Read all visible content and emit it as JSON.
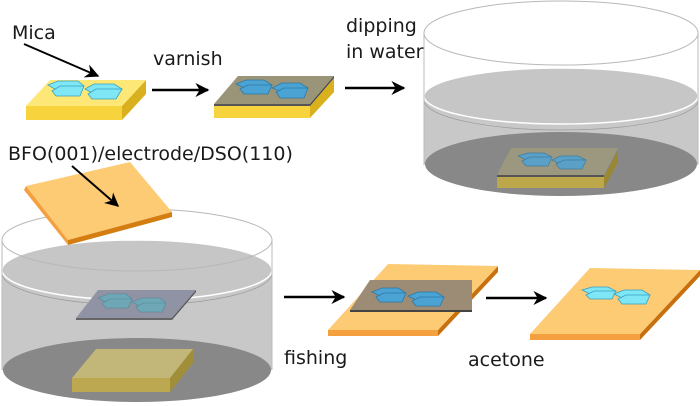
{
  "title": "Mica varnish transfer process",
  "labels": {
    "mica": "Mica",
    "varnish": "varnish",
    "dipping_line1": "dipping",
    "dipping_line2": "in water",
    "substrate": "BFO(001)/electrode/DSO(110)",
    "fishing": "fishing",
    "acetone": "acetone"
  },
  "colors": {
    "mica_top": "#fde776",
    "mica_side": "#f7d43d",
    "mica_edge": "#e0b820",
    "flake_fill": "#7fe6f5",
    "flake_stroke": "#3aa0c0",
    "varnish_top": "#9a9478",
    "varnish_flake": "#4aa3d2",
    "substrate_top": "#fcc670",
    "substrate_side": "#f5a040",
    "substrate_edge": "#d47d10",
    "water": "#c8c8c8",
    "water_bottom": "#8a8a8a",
    "beaker_line": "#bbbbbb",
    "arrow": "#000000"
  },
  "steps": [
    {
      "id": "mica",
      "label_key": "mica"
    },
    {
      "id": "varnish",
      "label_key": "varnish"
    },
    {
      "id": "dipping",
      "label_key": "dipping_line1"
    },
    {
      "id": "fishing",
      "label_key": "fishing"
    },
    {
      "id": "acetone",
      "label_key": "acetone"
    }
  ]
}
